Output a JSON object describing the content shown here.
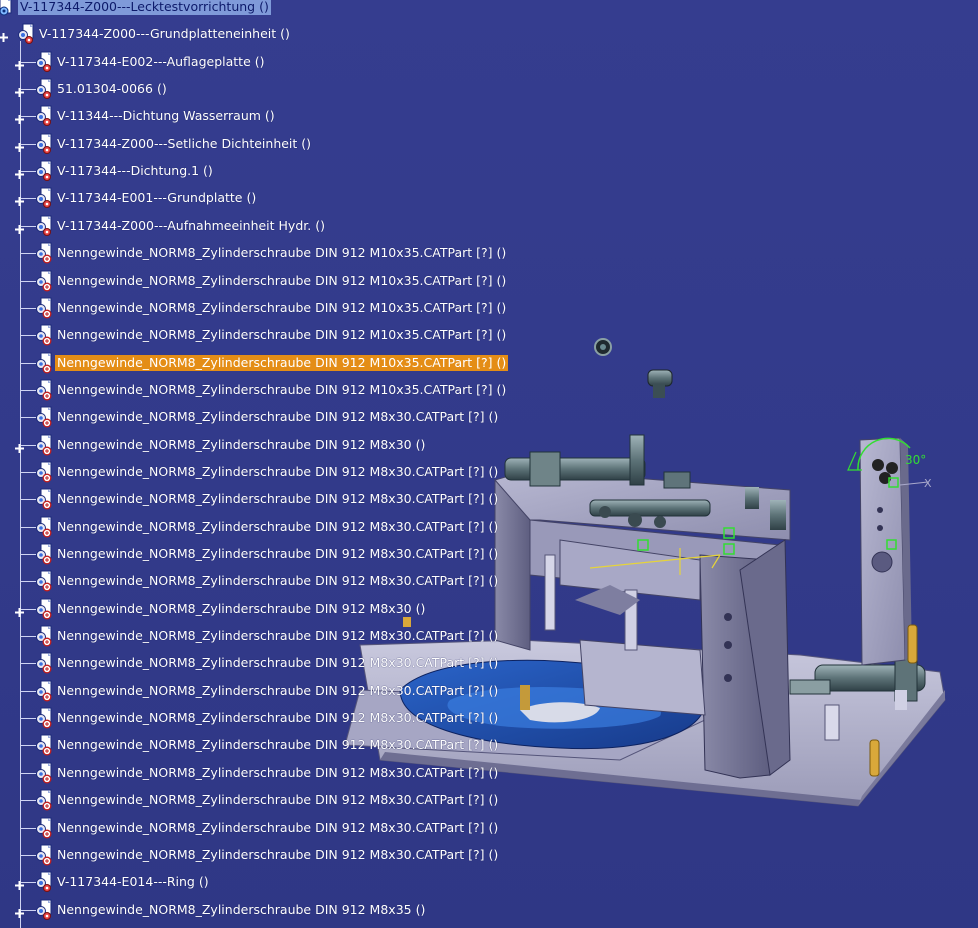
{
  "tree": {
    "root": {
      "label": "V-117344-Z000---Lecktestvorrichtung  ()"
    },
    "group": {
      "label": "V-117344-Z000---Grundplatteneinheit  ()"
    },
    "items": [
      {
        "label": "V-117344-E002---Auflageplatte  ()",
        "expandable": true,
        "type": "product"
      },
      {
        "label": "51.01304-0066  ()",
        "expandable": true,
        "type": "product"
      },
      {
        "label": "V-11344---Dichtung Wasserraum  ()",
        "expandable": true,
        "type": "product"
      },
      {
        "label": "V-117344-Z000---Setliche Dichteinheit  ()",
        "expandable": true,
        "type": "product"
      },
      {
        "label": "V-117344---Dichtung.1  ()",
        "expandable": true,
        "type": "product"
      },
      {
        "label": "V-117344-E001---Grundplatte  ()",
        "expandable": true,
        "type": "product"
      },
      {
        "label": "V-117344-Z000---Aufnahmeeinheit Hydr.  ()",
        "expandable": true,
        "type": "product"
      },
      {
        "label": "Nenngewinde_NORM8_Zylinderschraube DIN 912 M10x35.CATPart [?] ()",
        "expandable": false,
        "type": "part"
      },
      {
        "label": "Nenngewinde_NORM8_Zylinderschraube DIN 912 M10x35.CATPart [?] ()",
        "expandable": false,
        "type": "part"
      },
      {
        "label": "Nenngewinde_NORM8_Zylinderschraube DIN 912 M10x35.CATPart [?] ()",
        "expandable": false,
        "type": "part"
      },
      {
        "label": "Nenngewinde_NORM8_Zylinderschraube DIN 912 M10x35.CATPart [?] ()",
        "expandable": false,
        "type": "part"
      },
      {
        "label": "Nenngewinde_NORM8_Zylinderschraube DIN 912 M10x35.CATPart [?] ()",
        "expandable": false,
        "type": "part",
        "selected": true
      },
      {
        "label": "Nenngewinde_NORM8_Zylinderschraube DIN 912 M10x35.CATPart [?] ()",
        "expandable": false,
        "type": "part"
      },
      {
        "label": "Nenngewinde_NORM8_Zylinderschraube DIN 912 M8x30.CATPart [?] ()",
        "expandable": false,
        "type": "part"
      },
      {
        "label": "Nenngewinde_NORM8_Zylinderschraube DIN 912 M8x30  ()",
        "expandable": true,
        "type": "part"
      },
      {
        "label": "Nenngewinde_NORM8_Zylinderschraube DIN 912 M8x30.CATPart [?] ()",
        "expandable": false,
        "type": "part"
      },
      {
        "label": "Nenngewinde_NORM8_Zylinderschraube DIN 912 M8x30.CATPart [?] ()",
        "expandable": false,
        "type": "part"
      },
      {
        "label": "Nenngewinde_NORM8_Zylinderschraube DIN 912 M8x30.CATPart [?] ()",
        "expandable": false,
        "type": "part"
      },
      {
        "label": "Nenngewinde_NORM8_Zylinderschraube DIN 912 M8x30.CATPart [?] ()",
        "expandable": false,
        "type": "part"
      },
      {
        "label": "Nenngewinde_NORM8_Zylinderschraube DIN 912 M8x30.CATPart [?] ()",
        "expandable": false,
        "type": "part"
      },
      {
        "label": "Nenngewinde_NORM8_Zylinderschraube DIN 912 M8x30  ()",
        "expandable": true,
        "type": "part"
      },
      {
        "label": "Nenngewinde_NORM8_Zylinderschraube DIN 912 M8x30.CATPart [?] ()",
        "expandable": false,
        "type": "part"
      },
      {
        "label": "Nenngewinde_NORM8_Zylinderschraube DIN 912 M8x30.CATPart [?] ()",
        "expandable": false,
        "type": "part"
      },
      {
        "label": "Nenngewinde_NORM8_Zylinderschraube DIN 912 M8x30.CATPart [?] ()",
        "expandable": false,
        "type": "part"
      },
      {
        "label": "Nenngewinde_NORM8_Zylinderschraube DIN 912 M8x30.CATPart [?] ()",
        "expandable": false,
        "type": "part"
      },
      {
        "label": "Nenngewinde_NORM8_Zylinderschraube DIN 912 M8x30.CATPart [?] ()",
        "expandable": false,
        "type": "part"
      },
      {
        "label": "Nenngewinde_NORM8_Zylinderschraube DIN 912 M8x30.CATPart [?] ()",
        "expandable": false,
        "type": "part"
      },
      {
        "label": "Nenngewinde_NORM8_Zylinderschraube DIN 912 M8x30.CATPart [?] ()",
        "expandable": false,
        "type": "part"
      },
      {
        "label": "Nenngewinde_NORM8_Zylinderschraube DIN 912 M8x30.CATPart [?] ()",
        "expandable": false,
        "type": "part"
      },
      {
        "label": "Nenngewinde_NORM8_Zylinderschraube DIN 912 M8x30.CATPart [?] ()",
        "expandable": false,
        "type": "part"
      },
      {
        "label": "V-117344-E014---Ring  ()",
        "expandable": true,
        "type": "product"
      },
      {
        "label": "Nenngewinde_NORM8_Zylinderschraube DIN 912 M8x35  ()",
        "expandable": true,
        "type": "product"
      }
    ]
  },
  "viewport": {
    "compass_label": "30°",
    "axis_label": "X",
    "colors": {
      "background": "#323a8c",
      "selection_root": "#7f9ad9",
      "selection_item": "#e48d16"
    }
  },
  "icons": {
    "product": "product-icon",
    "part": "part-icon",
    "expander": "plus-expander-icon"
  }
}
